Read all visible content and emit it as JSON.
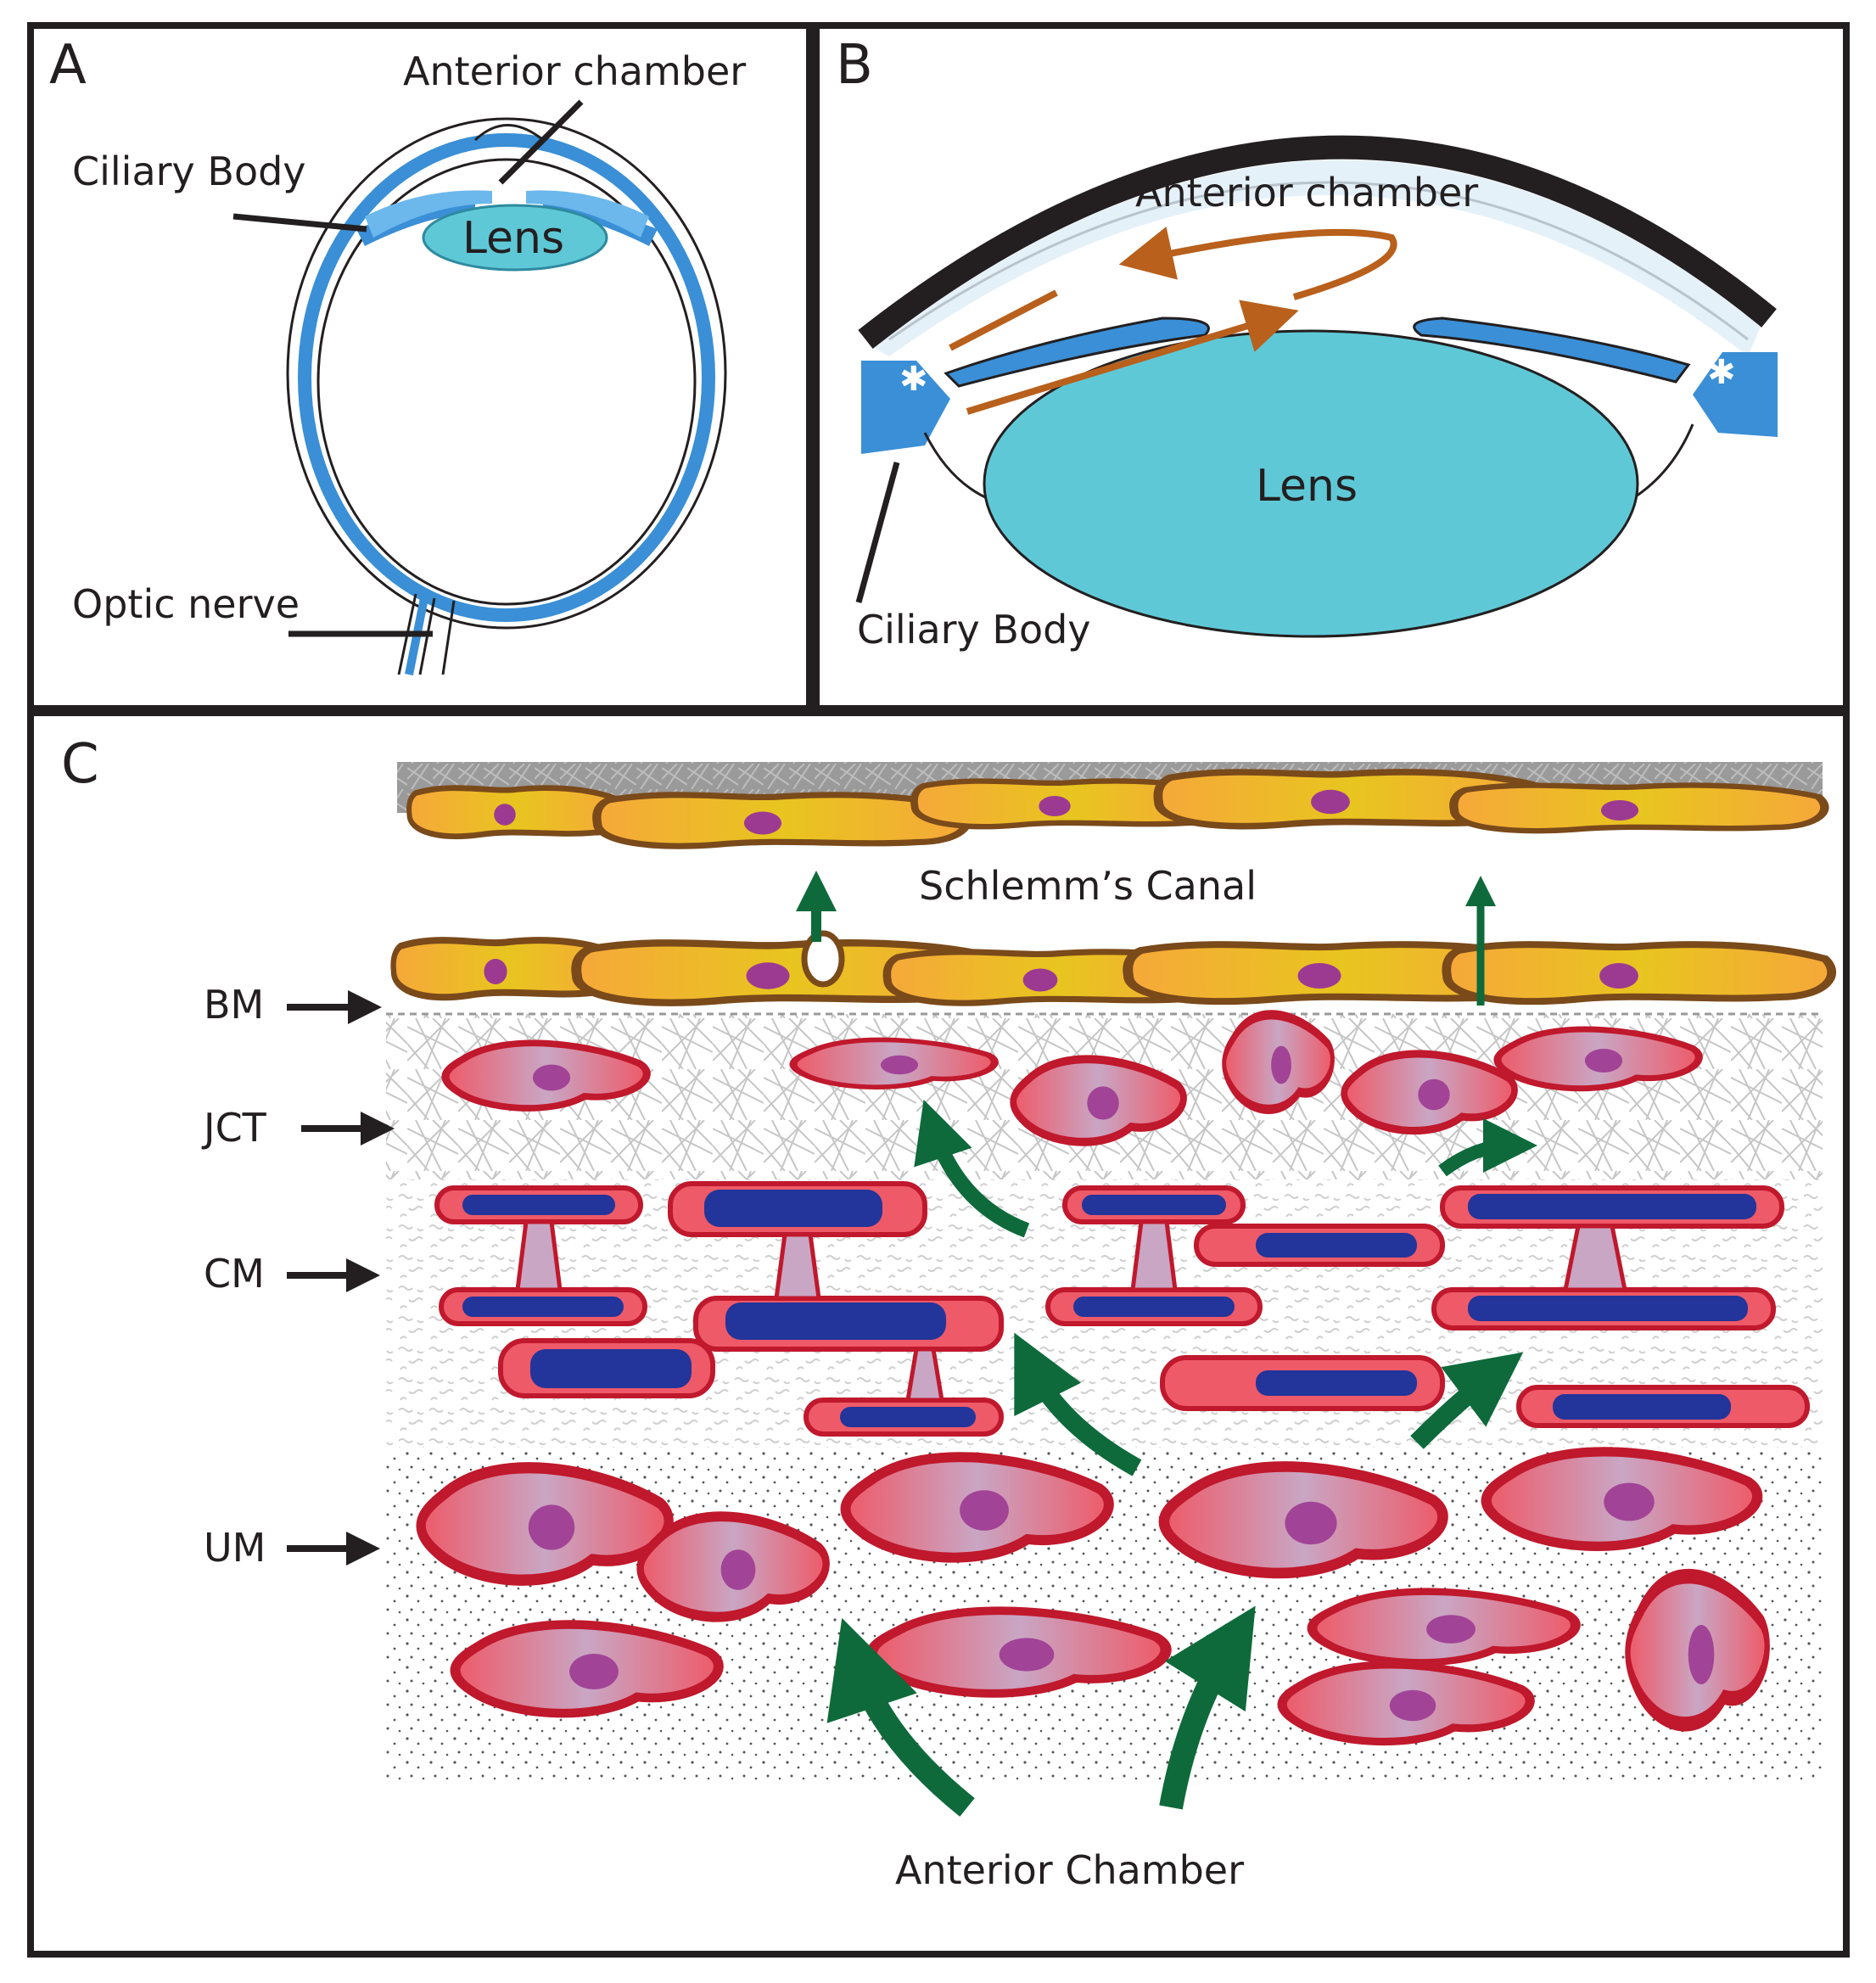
{
  "panels": {
    "a": {
      "letter": "A",
      "labels": {
        "anterior_chamber": "Anterior chamber",
        "ciliary_body": "Ciliary Body",
        "lens": "Lens",
        "optic_nerve": "Optic nerve"
      }
    },
    "b": {
      "letter": "B",
      "labels": {
        "anterior_chamber": "Anterior chamber",
        "lens": "Lens",
        "ciliary_body": "Ciliary Body"
      }
    },
    "c": {
      "letter": "C",
      "labels": {
        "schlemms_canal": "Schlemm’s Canal",
        "anterior_chamber": "Anterior Chamber"
      },
      "layers": [
        {
          "id": "bm",
          "label": "BM"
        },
        {
          "id": "jct",
          "label": "JCT"
        },
        {
          "id": "cm",
          "label": "CM"
        },
        {
          "id": "um",
          "label": "UM"
        }
      ]
    }
  },
  "colors": {
    "frame": "#231f20",
    "uvea": "#3a8fd6",
    "uvea_light": "#6cb8ec",
    "lens": "#5fc8d6",
    "flow_arrow": "#b8601c",
    "drain_arrow": "#0e6a3a",
    "endothelium": "#e8a825",
    "endothelium_border": "#7a4a1a",
    "tm_cell": "#d8495a",
    "tm_cell_border": "#c0182c",
    "nucleus": "#9c3a92",
    "collagen_beam": "#23349a"
  }
}
